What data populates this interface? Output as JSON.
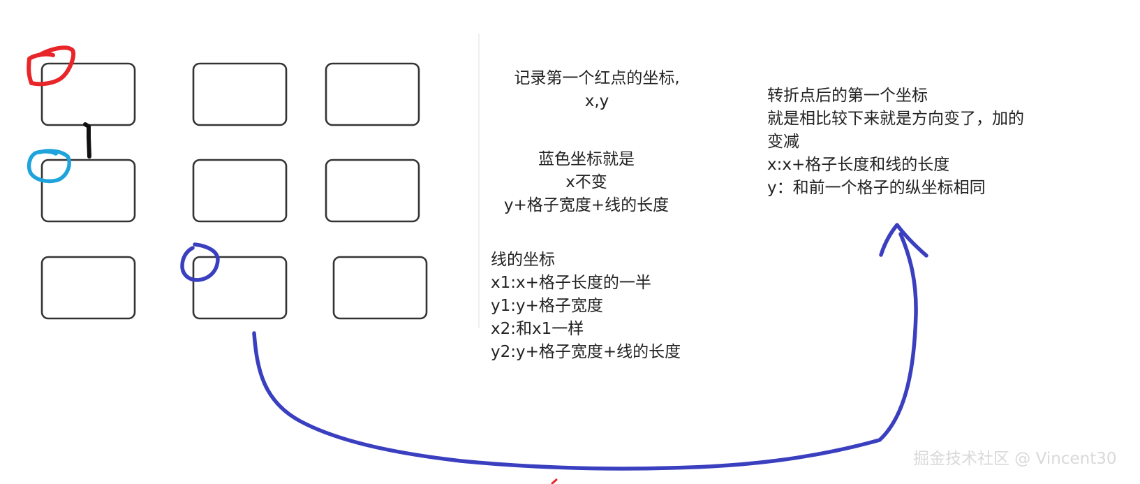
{
  "grid": {
    "rows": 3,
    "columns": 3
  },
  "notes": {
    "red_point": [
      "记录第一个红点的坐标,",
      "x,y"
    ],
    "blue_point": [
      "蓝色坐标就是",
      "x不变",
      "y+格子宽度+线的长度"
    ],
    "line": [
      "线的坐标",
      "x1:x+格子长度的一半",
      "y1:y+格子宽度",
      "x2:和x1一样",
      "y2:y+格子宽度+线的长度"
    ],
    "turn_point": [
      "转折点后的第一个坐标",
      "就是相比较下来就是方向变了，加的",
      "变减",
      "x:x+格子长度和线的长度",
      "y：和前一个格子的纵坐标相同"
    ]
  },
  "colors": {
    "red_marker": "#e8262a",
    "blue_marker": "#1ea3dd",
    "indigo_marker": "#3a3fc0",
    "connector_line": "#111111",
    "cell_border": "#333333"
  },
  "watermark": "掘金技术社区 @ Vincent30"
}
